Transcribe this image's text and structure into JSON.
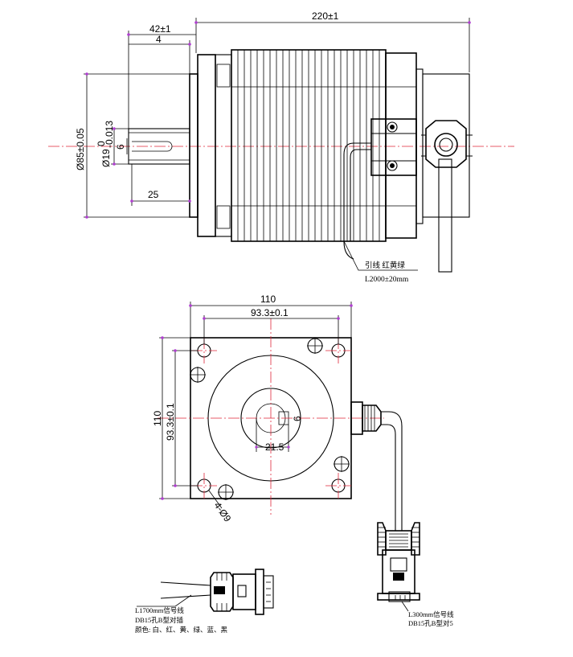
{
  "side_view": {
    "overall_length": "220±1",
    "flange_length": "42±1",
    "flange_step": "4",
    "body_diameter": "Ø85±0.05",
    "shaft_diameter": "Ø19",
    "shaft_tol_upper": "0",
    "shaft_tol_lower": "-0.013",
    "key_width": "6",
    "key_length": "25",
    "lead_note_line1": "引线 红黄绿",
    "lead_note_line2": "L2000±20mm"
  },
  "front_view": {
    "width": "110",
    "height": "110",
    "hole_spacing_h": "93.3±0.1",
    "hole_spacing_v": "93.3±0.1",
    "hole_dia": "4-Ø9",
    "key_depth": "21.5",
    "key_width": "6"
  },
  "connectors": {
    "left_note_line1": "L1700mm信号线",
    "left_note_line2": "DB15孔B型对插",
    "left_note_line3": "颜色: 白、红、黄、绿、蓝、黑",
    "right_note_line1": "L300mm信号线",
    "right_note_line2": "DB15孔B型对5"
  }
}
